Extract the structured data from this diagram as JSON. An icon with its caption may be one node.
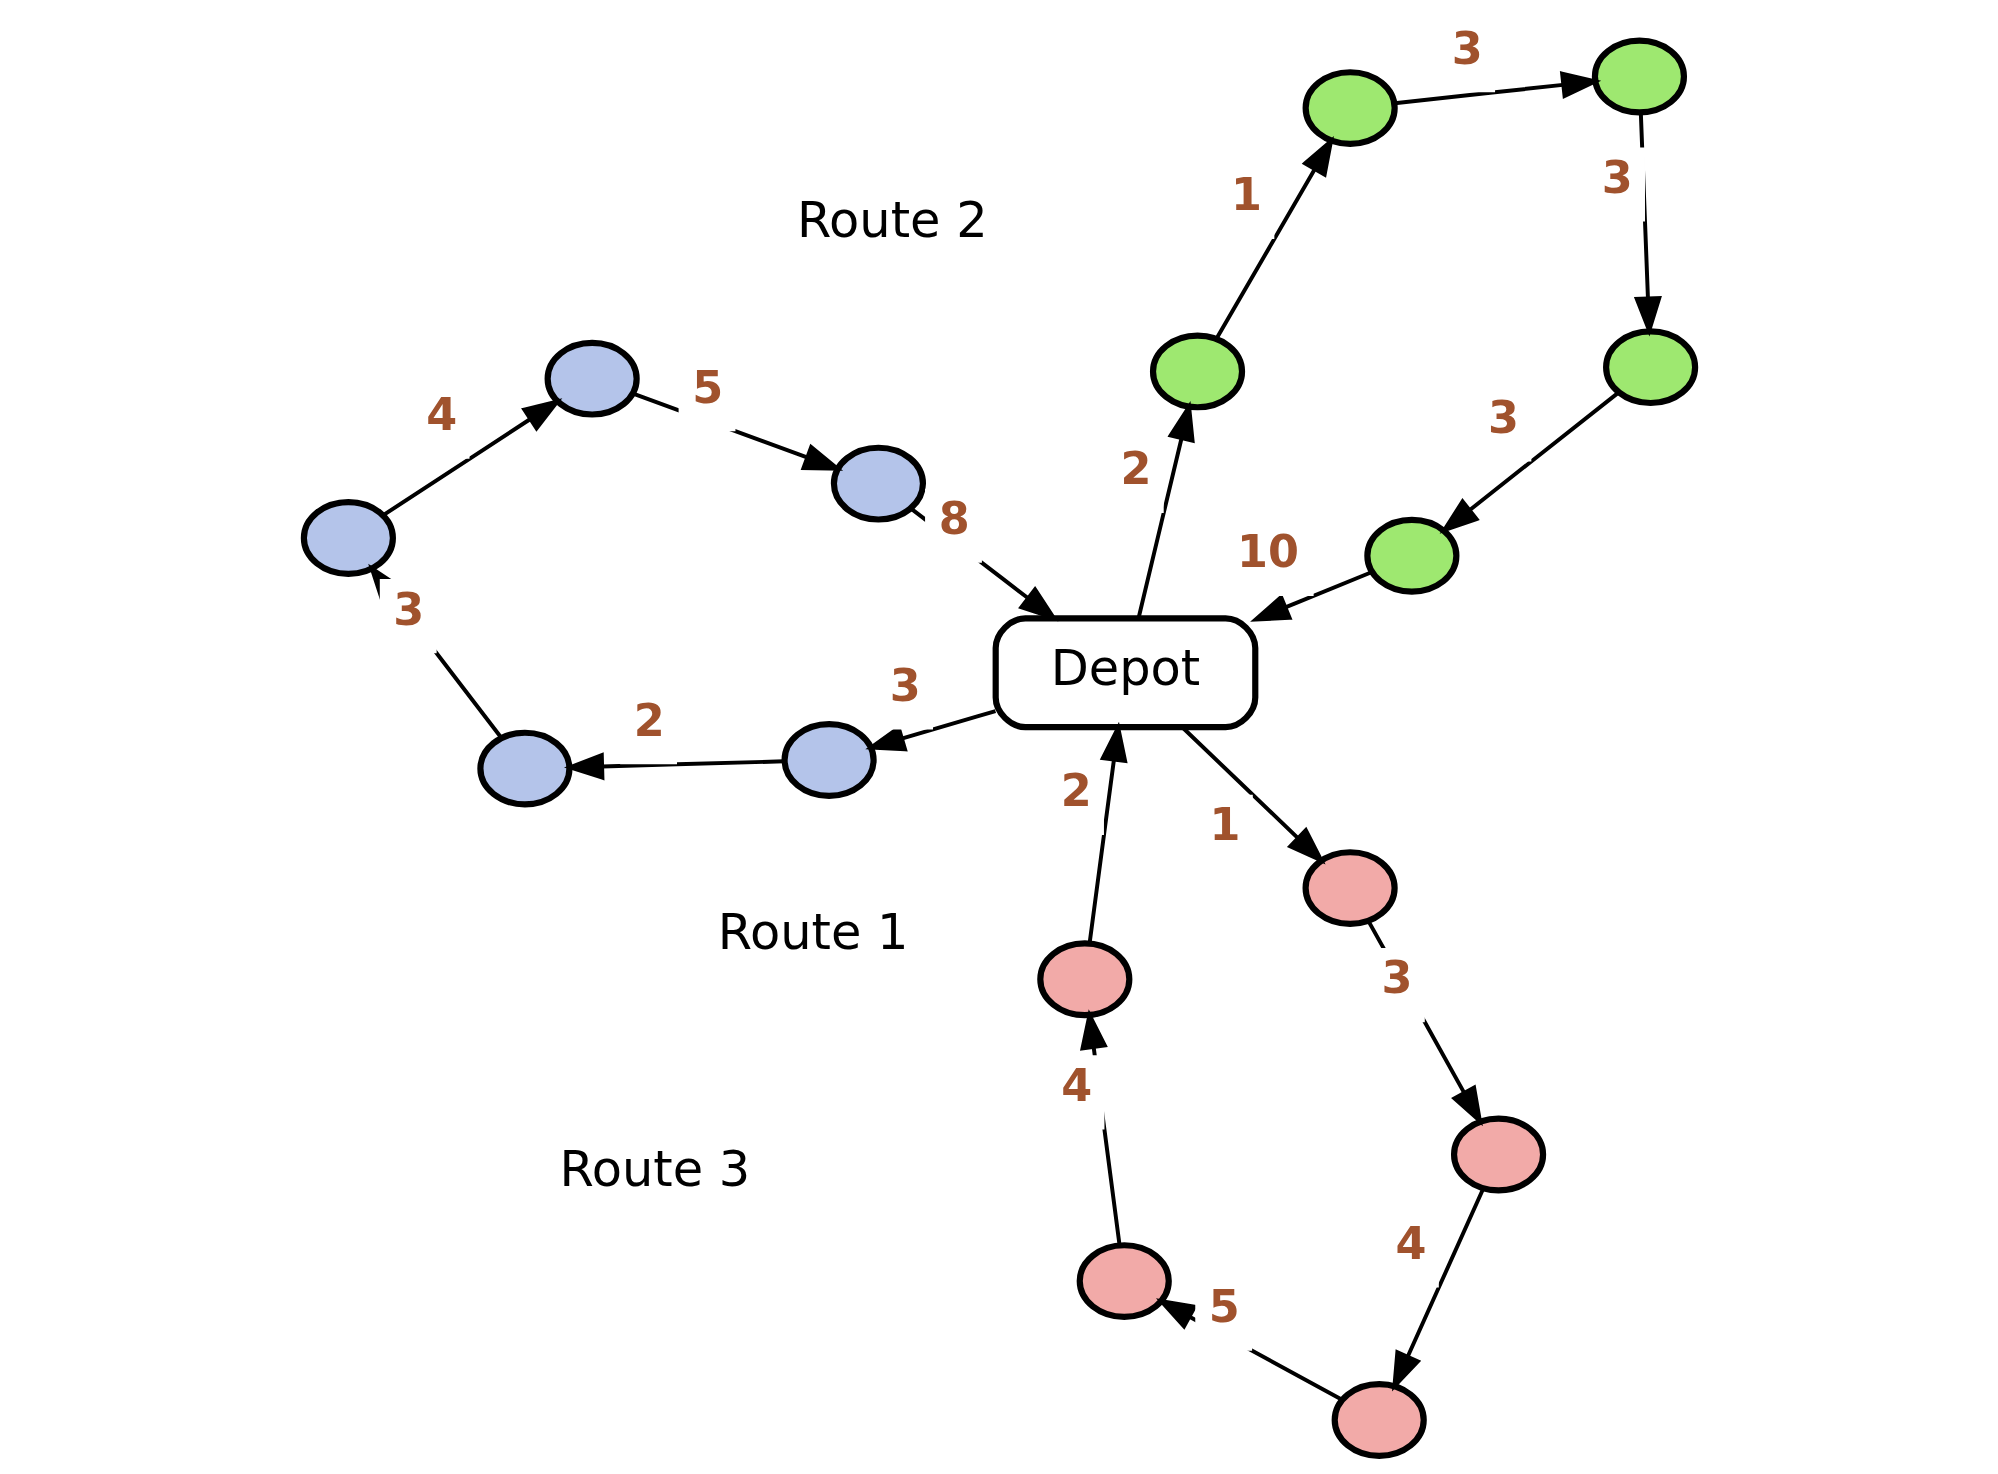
{
  "diagram": {
    "nodes": [
      {
        "text": [
          "Depot"
        ]
      },
      {
        "text": [],
        "shape": "circle"
      },
      {
        "text": [],
        "shape": "circle"
      },
      {
        "text": [],
        "shape": "circle"
      },
      {
        "text": [],
        "shape": "circle"
      },
      {
        "text": [],
        "shape": "circle"
      },
      {
        "text": [],
        "shape": "circle"
      },
      {
        "text": [],
        "shape": "circle"
      },
      {
        "text": [],
        "shape": "circle"
      },
      {
        "text": [],
        "shape": "circle"
      },
      {
        "text": [],
        "shape": "circle"
      },
      {
        "text": [],
        "shape": "circle"
      },
      {
        "text": [],
        "shape": "circle"
      },
      {
        "text": [],
        "shape": "circle"
      },
      {
        "text": [],
        "shape": "circle"
      },
      {
        "text": [],
        "shape": "circle"
      }
    ],
    "edges": [
      {
        "from": 0,
        "to": 1,
        "arrow": "to",
        "label": "3"
      },
      {
        "from": 1,
        "to": 2,
        "arrow": "to",
        "label": "2"
      },
      {
        "from": 2,
        "to": 3,
        "arrow": "to",
        "label": "3"
      },
      {
        "from": 3,
        "to": 4,
        "arrow": "to",
        "label": "4"
      },
      {
        "from": 4,
        "to": 5,
        "arrow": "to",
        "label": "5"
      },
      {
        "from": 5,
        "to": 0,
        "arrow": "to",
        "label": "8"
      },
      {
        "from": 0,
        "to": 6,
        "arrow": "to",
        "label": "2"
      },
      {
        "from": 6,
        "to": 7,
        "arrow": "to",
        "label": "1"
      },
      {
        "from": 7,
        "to": 8,
        "arrow": "to",
        "label": "3"
      },
      {
        "from": 8,
        "to": 9,
        "arrow": "to",
        "label": "3"
      },
      {
        "from": 9,
        "to": 10,
        "arrow": "to",
        "label": "3"
      },
      {
        "from": 10,
        "to": 0,
        "arrow": "to",
        "label": "10"
      },
      {
        "from": 0,
        "to": 11,
        "arrow": "to",
        "label": "1"
      },
      {
        "from": 11,
        "to": 12,
        "arrow": "to",
        "label": "3"
      },
      {
        "from": 12,
        "to": 13,
        "arrow": "to",
        "label": "4"
      },
      {
        "from": 13,
        "to": 14,
        "arrow": "to",
        "label": "5"
      },
      {
        "from": 14,
        "to": 15,
        "arrow": "to",
        "label": "4"
      },
      {
        "from": 15,
        "to": 0,
        "arrow": "to",
        "label": "2"
      }
    ],
    "labels": [
      "Route 1",
      "Route 2",
      "Route 3"
    ]
  }
}
